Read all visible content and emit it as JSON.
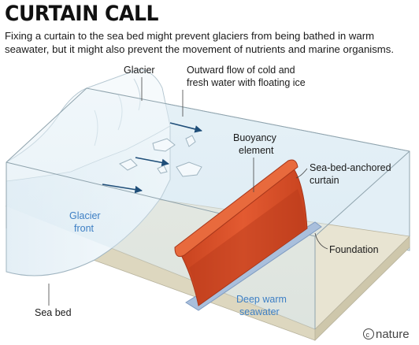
{
  "header": {
    "title": "CURTAIN CALL",
    "subtitle": "Fixing a curtain to the sea bed might prevent glaciers from being bathed in warm seawater, but it might also prevent the movement of nutrients and marine organisms."
  },
  "labels": {
    "glacier": "Glacier",
    "outflow_line1": "Outward flow of cold and",
    "outflow_line2": "fresh water with floating ice",
    "buoyancy_line1": "Buoyancy",
    "buoyancy_line2": "element",
    "curtain_line1": "Sea-bed-anchored",
    "curtain_line2": "curtain",
    "glacier_front_line1": "Glacier",
    "glacier_front_line2": "front",
    "foundation": "Foundation",
    "deep_warm_line1": "Deep warm",
    "deep_warm_line2": "seawater",
    "sea_bed": "Sea bed",
    "credit": "nature"
  },
  "colors": {
    "curtain": "#e0502a",
    "curtain_dark": "#b8391b",
    "water": "#d9eaf3",
    "water_edge": "#8fa3ad",
    "sea_bed": "#e6e1cf",
    "glacier": "#eef6fb",
    "foundation": "#a9bfdc",
    "arrow": "#1f4e79",
    "blue_text": "#3d7fc4"
  },
  "icons": [
    "copyright-icon",
    "arrow-icon"
  ]
}
